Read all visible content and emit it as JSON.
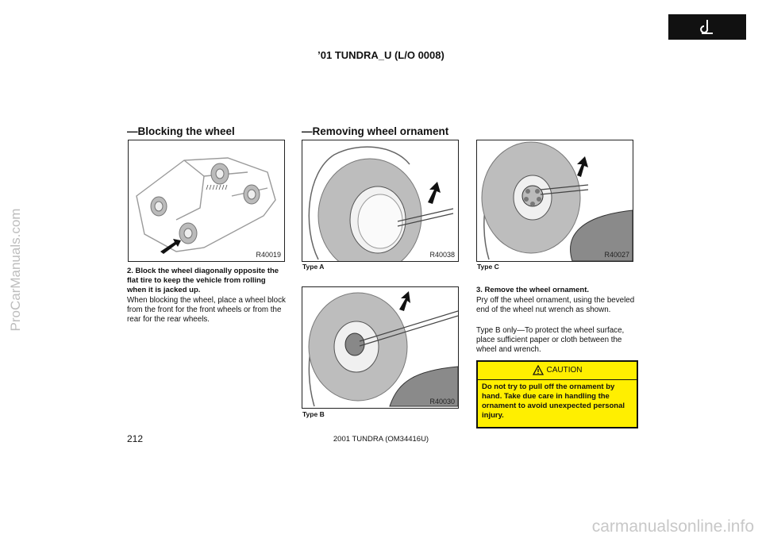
{
  "watermark_left": "ProCarManuals.com",
  "watermark_bottom": "carmanualsonline.info",
  "header_title": "’01 TUNDRA_U (L/O 0008)",
  "tab_icon": "jack-hook-icon",
  "sections": {
    "blocking": "—Blocking the wheel",
    "removing": "—Removing wheel ornament"
  },
  "figures": {
    "blocking": {
      "code": "R40019"
    },
    "type_a": {
      "code": "R40038",
      "caption": "Type A"
    },
    "type_b": {
      "code": "R40030",
      "caption": "Type B"
    },
    "type_c": {
      "code": "R40027",
      "caption": "Type C"
    }
  },
  "col1": {
    "step": "2. Block the wheel diagonally opposite the flat tire to keep the vehicle from rolling when it is jacked up.",
    "body": "When blocking the wheel, place a wheel block from the front for the front wheels or from the rear for the rear wheels."
  },
  "col3": {
    "step": "3. Remove the wheel ornament.",
    "body1": "Pry off the wheel ornament, using the beveled end of the wheel nut wrench as shown.",
    "body2": "Type B only—To protect the wheel surface, place sufficient paper or cloth between the wheel and wrench."
  },
  "caution": {
    "title": "CAUTION",
    "text": "Do not try to pull off the ornament by hand. Take due care in handling the ornament to avoid unexpected personal injury."
  },
  "page_number": "212",
  "footer": "2001 TUNDRA (OM34416U)"
}
